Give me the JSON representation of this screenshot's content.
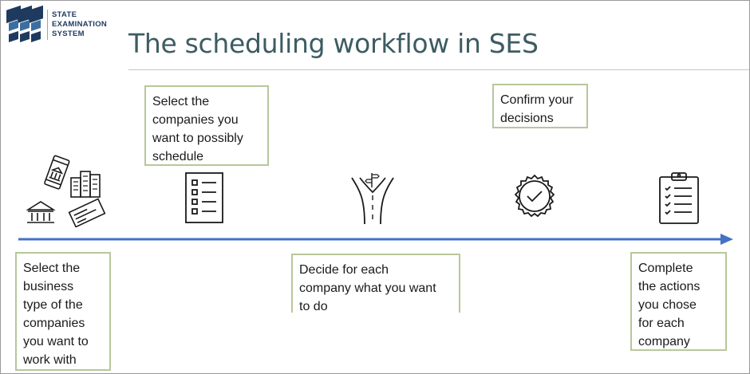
{
  "logo": {
    "line1": "STATE",
    "line2": "EXAMINATION",
    "line3": "SYSTEM"
  },
  "title": "The scheduling workflow in SES",
  "steps": [
    {
      "icon": "business-types-icon",
      "lines": [
        "Select the",
        "business",
        "type of the",
        "companies",
        "you want to",
        "work with"
      ]
    },
    {
      "icon": "checklist-icon",
      "lines": [
        "Select the",
        "companies you",
        "want to possibly",
        "schedule"
      ]
    },
    {
      "icon": "fork-road-icon",
      "lines": [
        "Decide for each",
        "company what you want",
        "to do"
      ]
    },
    {
      "icon": "approval-badge-icon",
      "lines": [
        "Confirm your",
        "decisions"
      ]
    },
    {
      "icon": "clipboard-checklist-icon",
      "lines": [
        "Complete",
        "the actions",
        "you chose",
        "for each",
        "company"
      ]
    }
  ],
  "colors": {
    "arrow": "#4472c4",
    "box_border": "#b7c79a",
    "title": "#3d5c63",
    "logo": "#1f3a5f"
  }
}
